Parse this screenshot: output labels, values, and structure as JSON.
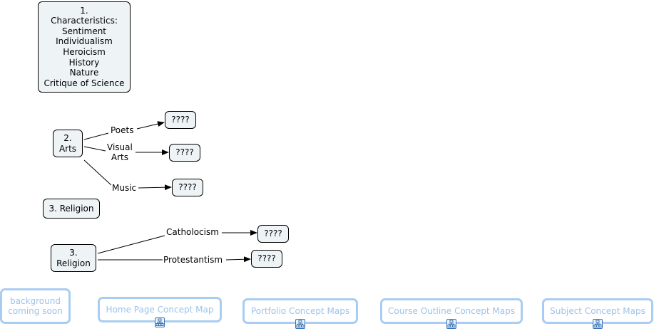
{
  "nodes": {
    "characteristics": {
      "lines": [
        "1.",
        "Characteristics:",
        "Sentiment",
        "Individualism",
        "Heroicism",
        "History",
        "Nature",
        "Critique of Science"
      ]
    },
    "arts": {
      "lines": [
        "2.",
        "Arts"
      ]
    },
    "religion_single": {
      "label": "3. Religion"
    },
    "religion": {
      "lines": [
        "3.",
        "Religion"
      ]
    },
    "poets_target": {
      "label": "????"
    },
    "visual_target": {
      "label": "????"
    },
    "music_target": {
      "label": "????"
    },
    "catholocism_target": {
      "label": "????"
    },
    "protestantism_target": {
      "label": "????"
    }
  },
  "links": {
    "poets": {
      "label": "Poets"
    },
    "visual_arts": {
      "lines": [
        "Visual",
        "Arts"
      ]
    },
    "music": {
      "label": "Music"
    },
    "catholocism": {
      "label": "Catholocism"
    },
    "protestantism": {
      "label": "Protestantism"
    }
  },
  "resources": {
    "background": {
      "lines": [
        "background",
        "coming soon"
      ]
    },
    "home_page": {
      "label": "Home Page Concept Map",
      "icon": "concept-map-icon"
    },
    "portfolio": {
      "label": "Portfolio Concept Maps",
      "icon": "concept-map-icon"
    },
    "course_outline": {
      "label": "Course Outline Concept Maps",
      "icon": "concept-map-icon"
    },
    "subject": {
      "label": "Subject Concept Maps",
      "icon": "concept-map-icon"
    }
  },
  "colors": {
    "node_fill": "#eef3f6",
    "node_border": "#000000",
    "link_box_border": "#a9cdf2",
    "link_box_text": "#9cc3ea",
    "icon_stroke": "#3b74b5"
  }
}
